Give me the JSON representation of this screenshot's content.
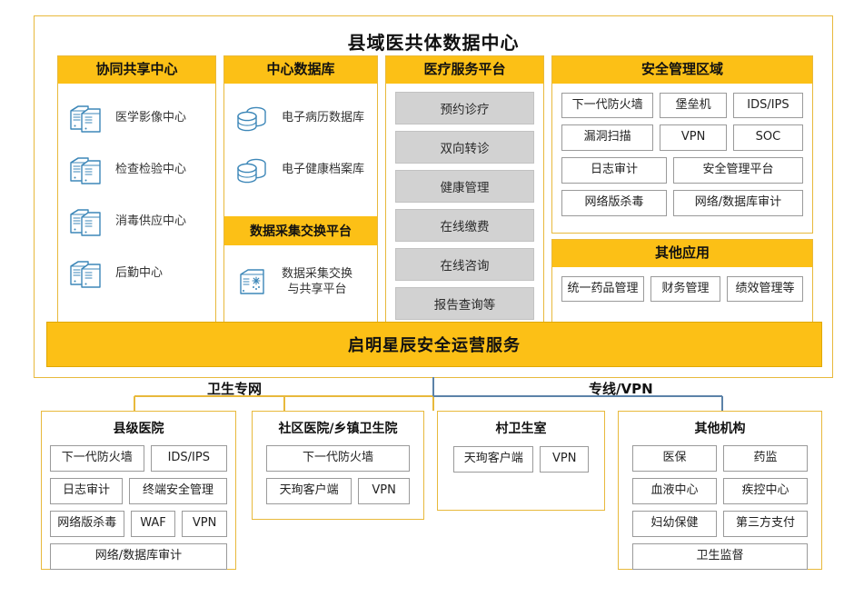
{
  "diagram": {
    "title": "县域医共体数据中心",
    "colors": {
      "accent": "#fcc016",
      "frame": "#e8b93c",
      "gray_button": "#d2d2d2",
      "icon_blue": "#3d87b8",
      "link_blue": "#5b82a8"
    }
  },
  "panels": {
    "collab": {
      "title": "协同共享中心",
      "items": [
        {
          "icon": "server-stack-icon",
          "label": "医学影像中心"
        },
        {
          "icon": "server-stack-icon",
          "label": "检查检验中心"
        },
        {
          "icon": "server-stack-icon",
          "label": "消毒供应中心"
        },
        {
          "icon": "server-stack-icon",
          "label": "后勤中心"
        }
      ]
    },
    "database": {
      "title": "中心数据库",
      "items": [
        {
          "icon": "database-icon",
          "label": "电子病历数据库"
        },
        {
          "icon": "database-icon",
          "label": "电子健康档案库"
        }
      ],
      "sub_banner": "数据采集交换平台",
      "sub_item": {
        "icon": "exchange-server-icon",
        "label": "数据采集交换\n与共享平台",
        "line1": "数据采集交换",
        "line2": "与共享平台"
      }
    },
    "service": {
      "title": "医疗服务平台",
      "items": [
        "预约诊疗",
        "双向转诊",
        "健康管理",
        "在线缴费",
        "在线咨询",
        "报告查询等"
      ]
    },
    "security": {
      "title": "安全管理区域",
      "rows": [
        [
          "下一代防火墙",
          "堡垒机",
          "IDS/IPS"
        ],
        [
          "漏洞扫描",
          "VPN",
          "SOC"
        ],
        [
          "日志审计",
          "安全管理平台"
        ],
        [
          "网络版杀毒",
          "网络/数据库审计"
        ]
      ]
    },
    "other_apps": {
      "title": "其他应用",
      "rows": [
        [
          "统一药品管理",
          "财务管理",
          "绩效管理等"
        ]
      ]
    }
  },
  "service_bar": {
    "label": "启明星辰安全运营服务"
  },
  "connectors": {
    "left_label": "卫生专网",
    "right_label": "专线/VPN"
  },
  "institutions": [
    {
      "title": "县级医院",
      "rows": [
        [
          "下一代防火墙",
          "IDS/IPS"
        ],
        [
          "日志审计",
          "终端安全管理"
        ],
        [
          "网络版杀毒",
          "WAF",
          "VPN"
        ],
        [
          "网络/数据库审计"
        ]
      ]
    },
    {
      "title": "社区医院/乡镇卫生院",
      "rows": [
        [
          "下一代防火墙"
        ],
        [
          "天珣客户端",
          "VPN"
        ]
      ]
    },
    {
      "title": "村卫生室",
      "rows": [
        [
          "天珣客户端",
          "VPN"
        ]
      ]
    },
    {
      "title": "其他机构",
      "rows": [
        [
          "医保",
          "药监"
        ],
        [
          "血液中心",
          "疾控中心"
        ],
        [
          "妇幼保健",
          "第三方支付"
        ],
        [
          "卫生监督"
        ]
      ]
    }
  ]
}
